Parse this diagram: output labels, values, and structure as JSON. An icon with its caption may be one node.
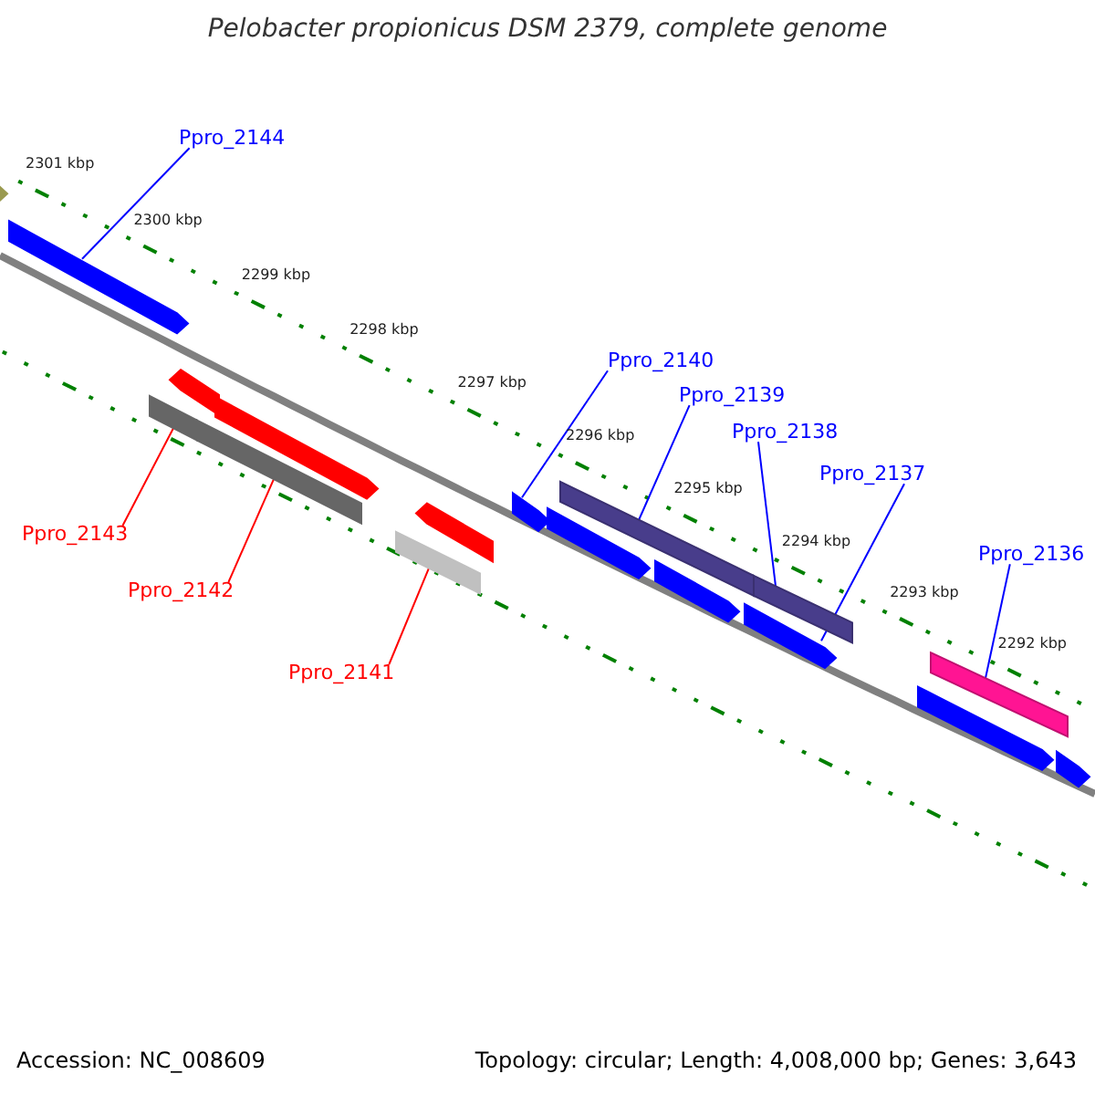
{
  "diagram": {
    "title": "Pelobacter propionicus DSM 2379, complete genome",
    "nodes": [
      {
        "text": [
          "Ppro_2144"
        ]
      },
      {
        "text": [],
        "shape": "bar"
      },
      {
        "text": [
          "Ppro_2140"
        ]
      },
      {
        "text": [],
        "shape": "bar"
      },
      {
        "text": [
          "Ppro_2139"
        ]
      },
      {
        "text": [],
        "shape": "bar"
      },
      {
        "text": [
          "Ppro_2138"
        ]
      },
      {
        "text": [],
        "shape": "bar"
      },
      {
        "text": [
          "Ppro_2137"
        ]
      },
      {
        "text": [],
        "shape": "bar"
      },
      {
        "text": [
          "Ppro_2136"
        ]
      },
      {
        "text": [],
        "shape": "bar"
      },
      {
        "text": [
          "Ppro_2143"
        ]
      },
      {
        "text": [],
        "shape": "bar"
      },
      {
        "text": [
          "Ppro_2142"
        ]
      },
      {
        "text": [],
        "shape": "bar"
      },
      {
        "text": [
          "Ppro_2141"
        ]
      },
      {
        "text": [],
        "shape": "bar"
      },
      {
        "text": [],
        "shape": "bar"
      },
      {
        "text": [],
        "shape": "bar"
      },
      {
        "text": [],
        "shape": "bar"
      },
      {
        "text": [],
        "shape": "bar"
      },
      {
        "text": [],
        "shape": "bar"
      },
      {
        "text": [],
        "shape": "bar"
      },
      {
        "text": [],
        "shape": "bar"
      },
      {
        "text": [],
        "shape": "bar"
      }
    ],
    "edges": [
      {
        "from": 0,
        "to": 1,
        "arrow": "none"
      },
      {
        "from": 2,
        "to": 3,
        "arrow": "none"
      },
      {
        "from": 4,
        "to": 5,
        "arrow": "none"
      },
      {
        "from": 6,
        "to": 7,
        "arrow": "none"
      },
      {
        "from": 8,
        "to": 9,
        "arrow": "none"
      },
      {
        "from": 10,
        "to": 11,
        "arrow": "none"
      },
      {
        "from": 12,
        "to": 13,
        "arrow": "none",
        "color": "#ff0000"
      },
      {
        "from": 14,
        "to": 15,
        "arrow": "none",
        "color": "#ff0000"
      },
      {
        "from": 16,
        "to": 17,
        "arrow": "none",
        "color": "#ff0000"
      }
    ],
    "labels": [
      "2301 kbp",
      "2300 kbp",
      "2299 kbp",
      "2298 kbp",
      "2297 kbp",
      "2296 kbp",
      "2295 kbp",
      "2294 kbp",
      "2293 kbp",
      "2292 kbp",
      "Accession: NC_008609",
      "Topology: circular; Length: 4,008,000 bp; Genes: 3,643"
    ]
  }
}
